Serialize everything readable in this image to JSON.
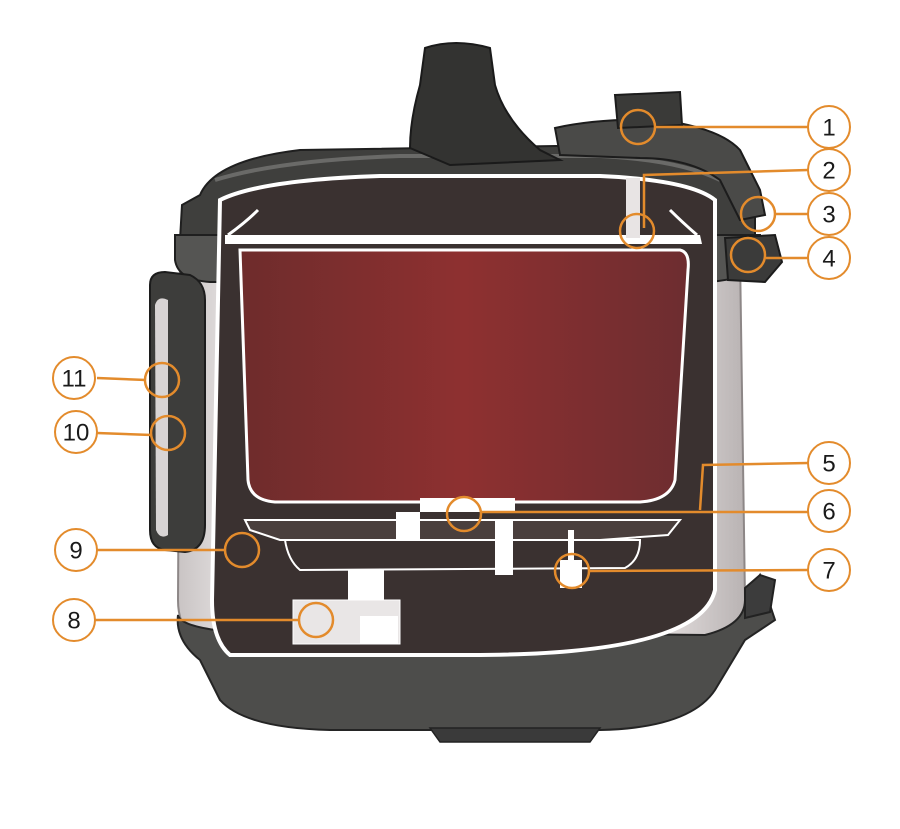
{
  "diagram": {
    "subject": "pressure cooker cutaway",
    "colors": {
      "accent": "#e38b2c",
      "body_dark": "#2b2b2b",
      "body_mid": "#4a4a48",
      "steel_light": "#e6e2e2",
      "interior": "#3b3230",
      "pot_red": "#8e3232",
      "pot_outline": "#ffffff"
    },
    "callouts": [
      {
        "id": "callout-1",
        "label": "1"
      },
      {
        "id": "callout-2",
        "label": "2"
      },
      {
        "id": "callout-3",
        "label": "3"
      },
      {
        "id": "callout-4",
        "label": "4"
      },
      {
        "id": "callout-5",
        "label": "5"
      },
      {
        "id": "callout-6",
        "label": "6"
      },
      {
        "id": "callout-7",
        "label": "7"
      },
      {
        "id": "callout-8",
        "label": "8"
      },
      {
        "id": "callout-9",
        "label": "9"
      },
      {
        "id": "callout-10",
        "label": "10"
      },
      {
        "id": "callout-11",
        "label": "11"
      }
    ]
  }
}
